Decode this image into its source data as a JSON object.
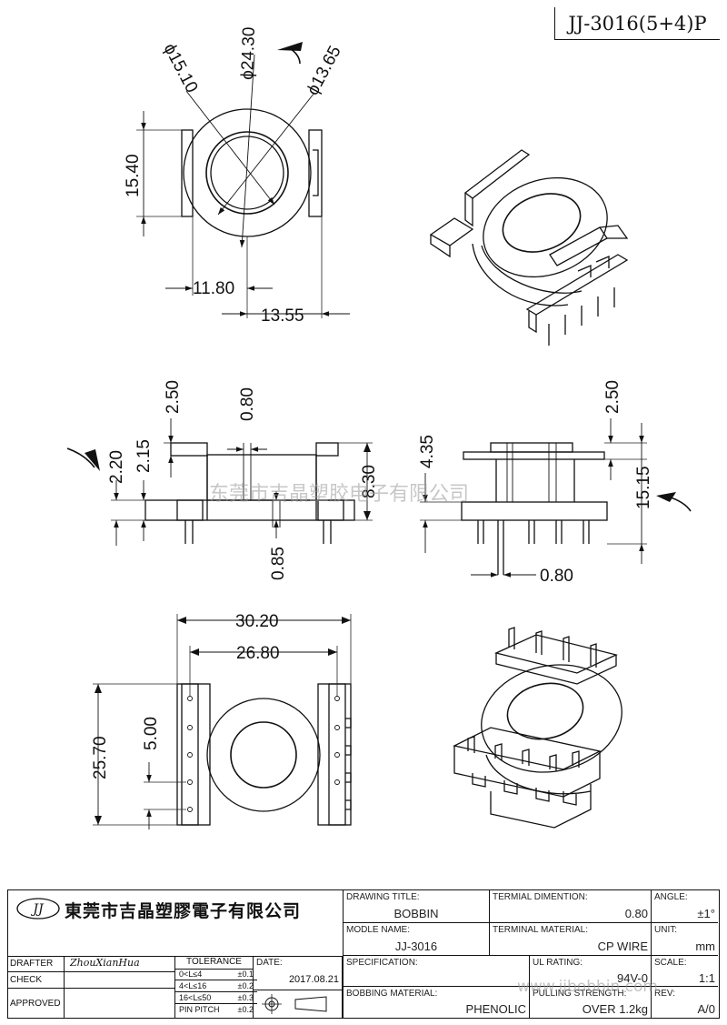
{
  "part_number": "JJ-3016(5+4)P",
  "watermark": "东莞市吉晶塑胶电子有限公司",
  "watermark_url": "www.jjbobbin.com",
  "dimensions": {
    "d15_10": "ϕ15.10",
    "d24_30": "ϕ24.30",
    "d13_65": "ϕ13.65",
    "h15_40": "15.40",
    "w11_80": "11.80",
    "w13_55": "13.55",
    "s2_50a": "2.50",
    "s0_80a": "0.80",
    "s2_20": "2.20",
    "s2_15": "2.15",
    "s8_30": "8.30",
    "s0_85": "0.85",
    "s4_35": "4.35",
    "s2_50b": "2.50",
    "s15_15": "15.15",
    "s0_80b": "0.80",
    "w30_20": "30.20",
    "w26_80": "26.80",
    "h25_70": "25.70",
    "h5_00": "5.00"
  },
  "title_block": {
    "company": "東莞市吉晶塑膠電子有限公司",
    "logo_text": "JJ",
    "drafter_label": "DRAFTER",
    "drafter_value": "ZhouXianHua",
    "check_label": "CHECK",
    "approved_label": "APPROVED",
    "tolerance_label": "TOLERANCE",
    "tolerance_rows": [
      {
        "range": "0<L≤4",
        "value": "±0.1"
      },
      {
        "range": "4<L≤16",
        "value": "±0.2"
      },
      {
        "range": "16<L≤50",
        "value": "±0.3"
      },
      {
        "range": "PIN PITCH",
        "value": "±0.2"
      }
    ],
    "date_label": "DATE:",
    "date_value": "2017.08.21",
    "drawing_title_label": "DRAWING TITLE:",
    "drawing_title_value": "BOBBIN",
    "terminal_dimention_label": "TERMIAL DIMENTION:",
    "terminal_dimention_value": "0.80",
    "angle_label": "ANGLE:",
    "angle_value": "±1°",
    "model_name_label": "MODLE NAME:",
    "model_name_value": "JJ-3016",
    "terminal_material_label": "TERMINAL MATERIAL:",
    "terminal_material_value": "CP WIRE",
    "unit_label": "UNIT:",
    "unit_value": "mm",
    "specification_label": "SPECIFICATION:",
    "ul_rating_label": "UL RATING:",
    "ul_rating_value": "94V-0",
    "scale_label": "SCALE:",
    "scale_value": "1:1",
    "bobbing_material_label": "BOBBING MATERIAL:",
    "bobbing_material_value": "PHENOLIC",
    "pulling_strength_label": "PULLING STRENGTH:",
    "pulling_strength_value": "OVER 1.2kg",
    "rev_label": "REV:",
    "rev_value": "A/0"
  }
}
